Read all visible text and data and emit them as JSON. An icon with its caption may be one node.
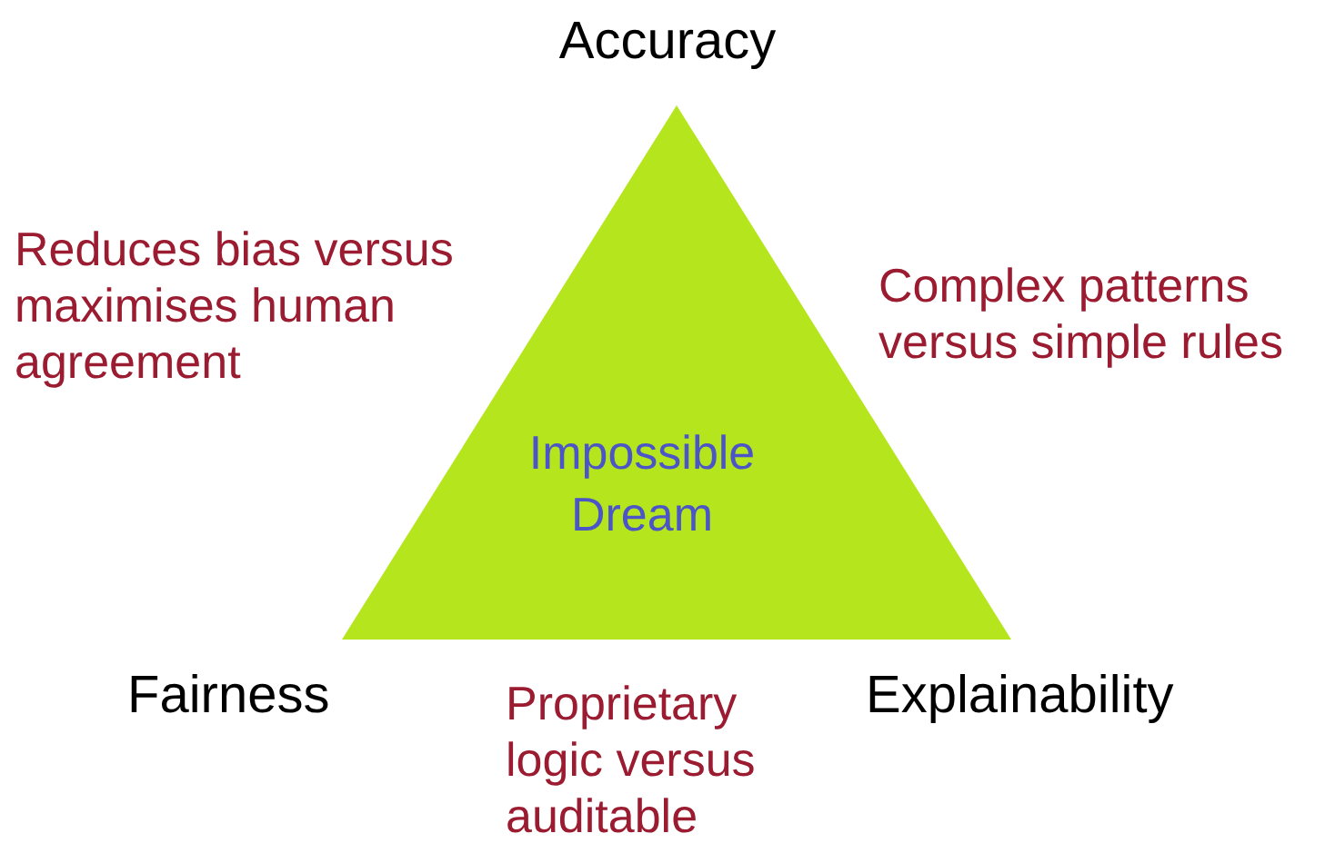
{
  "diagram": {
    "nodes": [
      {
        "text": [
          "Impossible Dream"
        ]
      }
    ],
    "labels": [
      "Accuracy",
      "Reduces bias versus maximises human agreement",
      "Complex patterns versus simple rules",
      "Fairness",
      "Proprietary logic versus auditable",
      "Explainability"
    ]
  }
}
